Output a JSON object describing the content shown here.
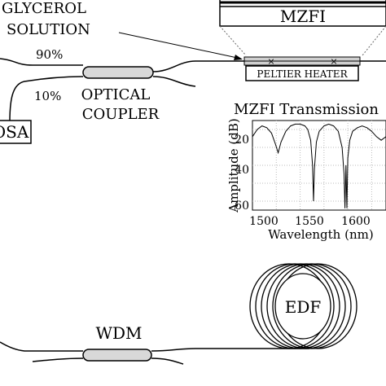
{
  "labels": {
    "glycerol_line1": "GLYCEROL",
    "glycerol_line2": "SOLUTION",
    "mzfi": "MZFI",
    "split_90": "90%",
    "split_10": "10%",
    "peltier": "PELTIER HEATER",
    "coupler_line1": "OPTICAL",
    "coupler_line2": "COUPLER",
    "osa": "OSA",
    "edf": "EDF",
    "wdm": "WDM"
  },
  "inset": {
    "title": "MZFI Transmission",
    "xlabel": "Wavelength (nm)",
    "ylabel": "Amplitude (dB)",
    "x_ticks": [
      "1500",
      "1550",
      "1600"
    ],
    "y_ticks": [
      "20",
      "40",
      "60"
    ]
  },
  "chart_data": {
    "type": "line",
    "title": "MZFI Transmission",
    "xlabel": "Wavelength (nm)",
    "ylabel": "Amplitude (dB)",
    "xlim": [
      1500,
      1640
    ],
    "ylim": [
      -65,
      -15
    ],
    "x_tick_labels": [
      "1500",
      "1550",
      "1600"
    ],
    "y_tick_labels": [
      "20",
      "40",
      "60"
    ],
    "grid": true,
    "series": [
      {
        "x": [
          1500,
          1505,
          1510,
          1515,
          1520,
          1524,
          1527,
          1530,
          1535,
          1540,
          1545,
          1550,
          1555,
          1558,
          1561,
          1563,
          1564,
          1565,
          1567,
          1570,
          1575,
          1580,
          1585,
          1590,
          1594,
          1596,
          1597,
          1598,
          1599,
          1600,
          1602,
          1605,
          1610,
          1615,
          1620,
          1625,
          1630,
          1635,
          1640
        ],
        "y": [
          -24,
          -20,
          -18,
          -19,
          -22,
          -28,
          -33,
          -27,
          -21,
          -18,
          -17,
          -17,
          -18,
          -20,
          -26,
          -40,
          -60,
          -42,
          -27,
          -21,
          -18,
          -17,
          -18,
          -21,
          -30,
          -45,
          -64,
          -40,
          -64,
          -36,
          -26,
          -21,
          -19,
          -18,
          -19,
          -21,
          -24,
          -26,
          -24
        ]
      }
    ]
  }
}
